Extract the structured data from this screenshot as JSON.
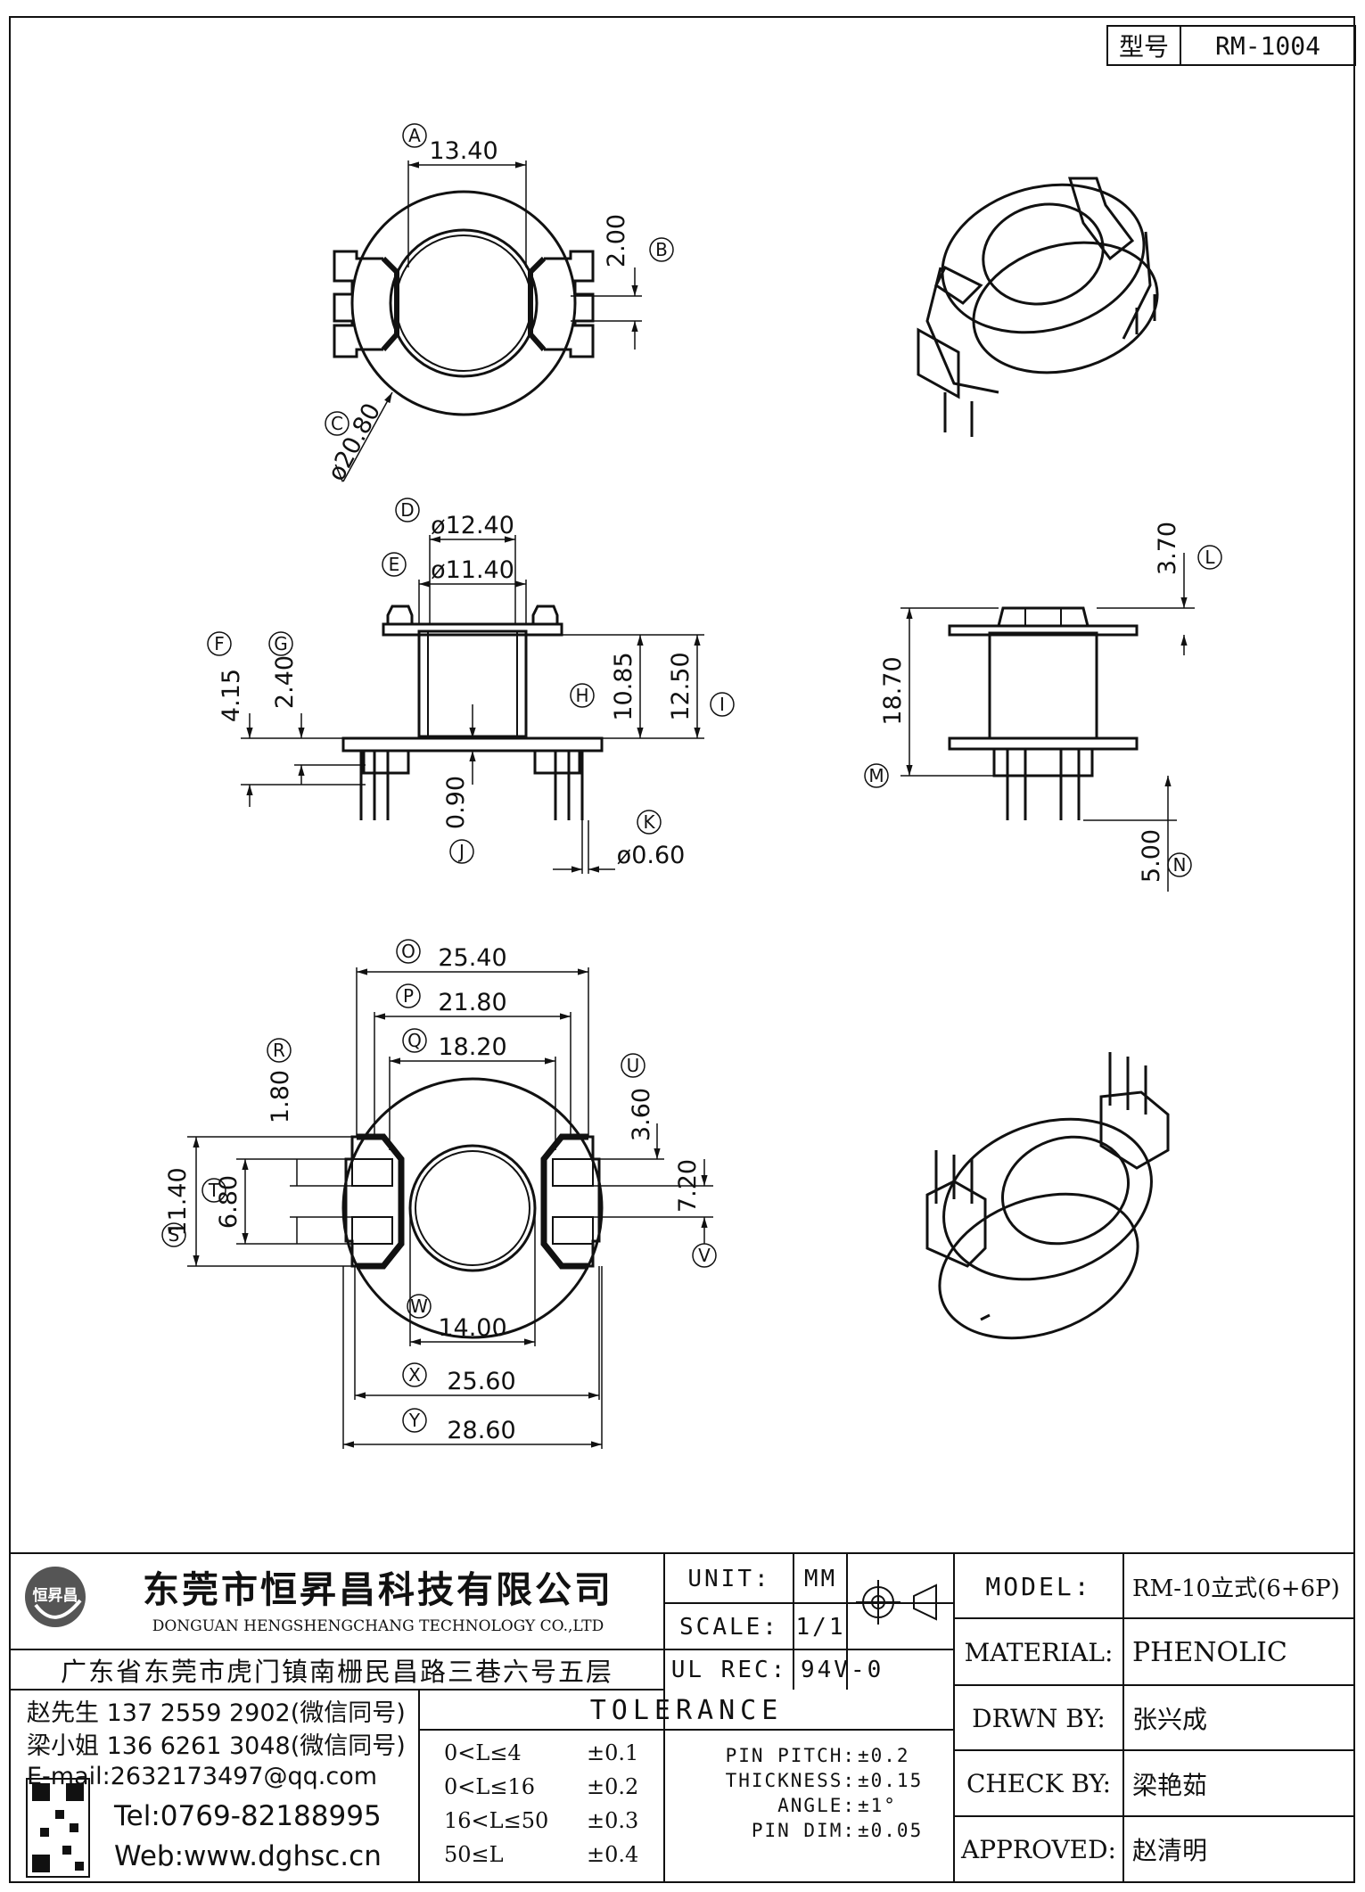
{
  "header": {
    "label": "型号",
    "part_number": "RM-1004"
  },
  "dimensions": {
    "A": "13.40",
    "B": "2.00",
    "C": "ø20.80",
    "D": "ø12.40",
    "E": "ø11.40",
    "F": "4.15",
    "G": "2.40",
    "H": "10.85",
    "I": "12.50",
    "J": "0.90",
    "K": "ø0.60",
    "L": "3.70",
    "M": "18.70",
    "N": "5.00",
    "O": "25.40",
    "P": "21.80",
    "Q": "18.20",
    "R": "1.80",
    "S": "11.40",
    "T": "6.80",
    "U": "3.60",
    "V": "7.20",
    "W": "14.00",
    "X": "25.60",
    "Y": "28.60"
  },
  "company": {
    "logo_text": "恒昇昌",
    "name_cn": "东莞市恒昇昌科技有限公司",
    "name_en": "DONGUAN HENGSHENGCHANG TECHNOLOGY CO.,LTD",
    "address": "广东省东莞市虎门镇南栅民昌路三巷六号五层",
    "contact1": "赵先生 137 2559 2902(微信同号)",
    "contact2": "梁小姐 136 6261 3048(微信同号)",
    "email": "E-mail:2632173497@qq.com",
    "tel": "Tel:0769-82188995",
    "web": "Web:www.dghsc.cn"
  },
  "specs": {
    "unit_label": "UNIT:",
    "unit_value": "MM",
    "scale_label": "SCALE:",
    "scale_value": "1/1",
    "ul_label": "UL REC:",
    "ul_value": "94V-0"
  },
  "tolerance": {
    "title": "TOLERANCE",
    "rows": [
      {
        "range": "0<L≤4",
        "value": "±0.1"
      },
      {
        "range": "0<L≤16",
        "value": "±0.2"
      },
      {
        "range": "16<L≤50",
        "value": "±0.3"
      },
      {
        "range": "50≤L",
        "value": "±0.4"
      }
    ],
    "other": [
      {
        "label": "PIN PITCH:",
        "value": "±0.2"
      },
      {
        "label": "THICKNESS:",
        "value": "±0.15"
      },
      {
        "label": "ANGLE:",
        "value": "±1°"
      },
      {
        "label": "PIN DIM:",
        "value": "±0.05"
      }
    ]
  },
  "info": {
    "model_label": "MODEL:",
    "model_value": "RM-10立式(6+6P)",
    "material_label": "MATERIAL:",
    "material_value": "PHENOLIC",
    "drawn_label": "DRWN BY:",
    "drawn_value": "张兴成",
    "check_label": "CHECK BY:",
    "check_value": "梁艳茹",
    "approved_label": "APPROVED:",
    "approved_value": "赵清明"
  }
}
